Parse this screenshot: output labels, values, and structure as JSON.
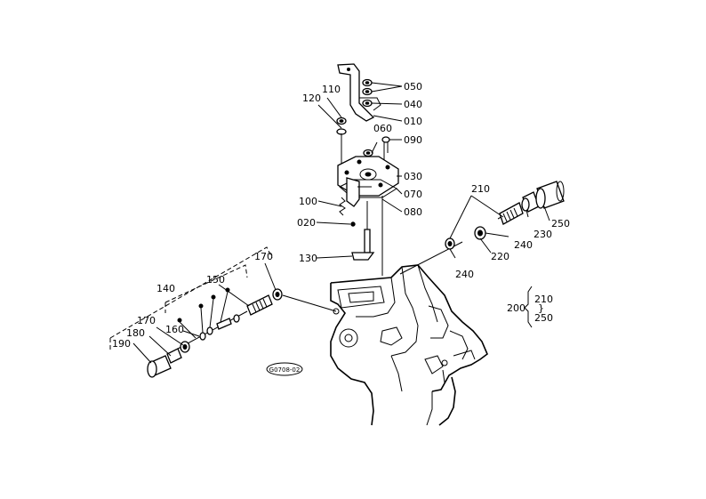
{
  "diagram": {
    "ref_code": "G0708-02",
    "labels": {
      "p010": "010",
      "p020": "020",
      "p030": "030",
      "p040": "040",
      "p050": "050",
      "p060": "060",
      "p070": "070",
      "p080": "080",
      "p090": "090",
      "p100": "100",
      "p110": "110",
      "p120": "120",
      "p130": "130",
      "p140": "140",
      "p150": "150",
      "p160": "160",
      "p170a": "170",
      "p170b": "170",
      "p180": "180",
      "p190": "190",
      "p210": "210",
      "p220": "220",
      "p230": "230",
      "p240a": "240",
      "p240b": "240",
      "p250": "250"
    },
    "assembly": {
      "number": "200",
      "from": "210",
      "mark": "}",
      "to": "250"
    }
  }
}
